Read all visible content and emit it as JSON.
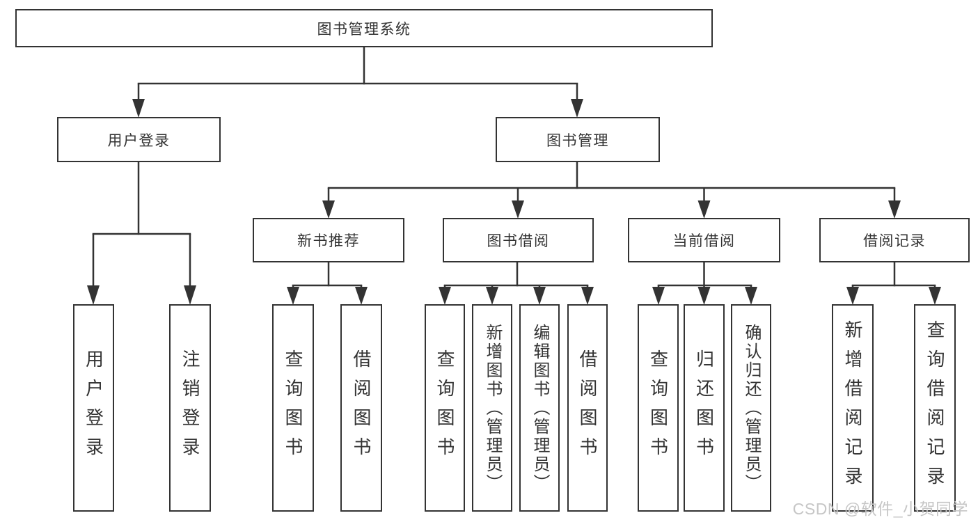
{
  "colors": {
    "line": "#333333",
    "text": "#333333",
    "watermark": "#c6c6c6",
    "background": "#ffffff"
  },
  "watermark": {
    "text": "CSDN @软件_小贺同学"
  },
  "tree": {
    "root": {
      "label": "图书管理系统"
    },
    "branches": [
      {
        "label": "用户登录",
        "leaves": [
          {
            "label": "用户登录"
          },
          {
            "label": "注销登录"
          }
        ]
      },
      {
        "label": "图书管理",
        "groups": [
          {
            "label": "新书推荐",
            "leaves": [
              {
                "label": "查询图书"
              },
              {
                "label": "借阅图书"
              }
            ]
          },
          {
            "label": "图书借阅",
            "leaves": [
              {
                "label": "查询图书"
              },
              {
                "label": "新增图书（管理员）"
              },
              {
                "label": "编辑图书（管理员）"
              },
              {
                "label": "借阅图书"
              }
            ]
          },
          {
            "label": "当前借阅",
            "leaves": [
              {
                "label": "查询图书"
              },
              {
                "label": "归还图书"
              },
              {
                "label": "确认归还（管理员）"
              }
            ]
          },
          {
            "label": "借阅记录",
            "leaves": [
              {
                "label": "新增借阅记录"
              },
              {
                "label": "查询借阅记录"
              }
            ]
          }
        ]
      }
    ]
  }
}
